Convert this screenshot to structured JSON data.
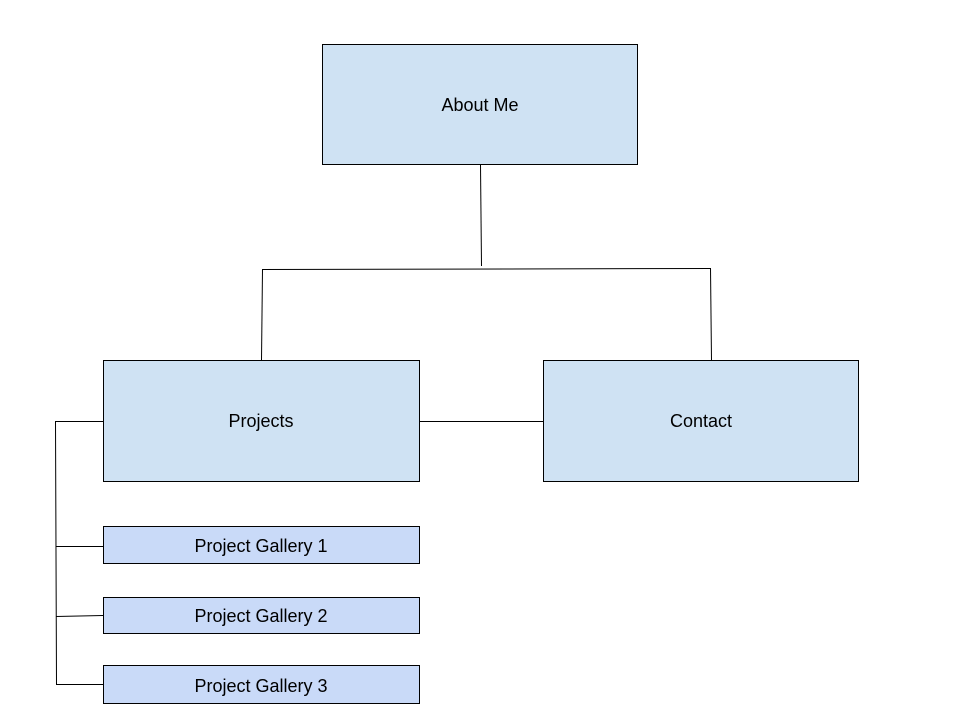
{
  "diagram": {
    "colors": {
      "main_fill": "#cfe2f3",
      "sub_fill": "#c9daf8",
      "line": "#000000"
    },
    "nodes": {
      "about_me": "About Me",
      "projects": "Projects",
      "contact": "Contact",
      "gallery_1": "Project Gallery 1",
      "gallery_2": "Project Gallery 2",
      "gallery_3": "Project Gallery 3"
    }
  }
}
